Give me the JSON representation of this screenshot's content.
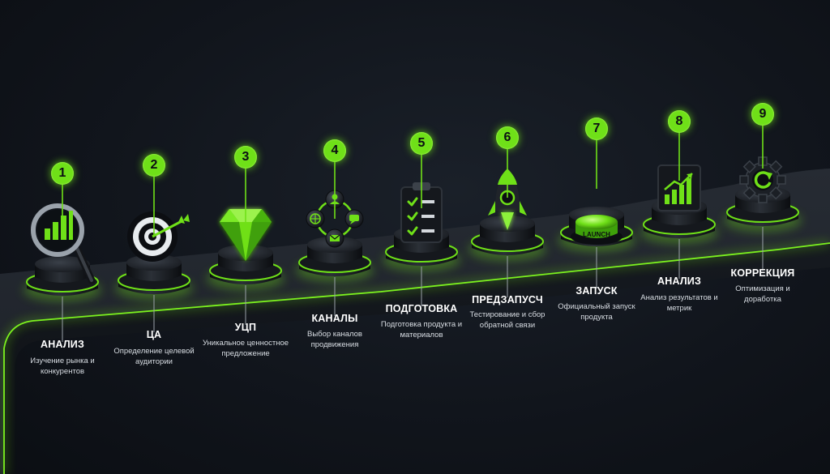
{
  "accent_color": "#6fe018",
  "background_color": "#11151c",
  "steps": [
    {
      "number": "1",
      "title": "АНАЛИЗ",
      "description": "Изучение рынка и конкурентов",
      "icon": "magnifier-chart-icon"
    },
    {
      "number": "2",
      "title": "ЦА",
      "description": "Определение целевой аудитории",
      "icon": "target-icon"
    },
    {
      "number": "3",
      "title": "УЦП",
      "description": "Уникальное ценностное предложение",
      "icon": "diamond-icon"
    },
    {
      "number": "4",
      "title": "КАНАЛЫ",
      "description": "Выбор каналов продвижения",
      "icon": "channels-network-icon"
    },
    {
      "number": "5",
      "title": "ПОДГОТОВКА",
      "description": "Подготовка продукта и материалов",
      "icon": "clipboard-checklist-icon"
    },
    {
      "number": "6",
      "title": "ПРЕДЗАПУСЧ",
      "description": "Тестирование и сбор обратной связи",
      "icon": "rocket-icon"
    },
    {
      "number": "7",
      "title": "ЗАПУСК",
      "description": "Официальный запуск продукта",
      "icon": "launch-button-icon",
      "button_label": "LAUNCH"
    },
    {
      "number": "8",
      "title": "АНАЛИЗ",
      "description": "Анализ результатов и метрик",
      "icon": "growth-chart-icon"
    },
    {
      "number": "9",
      "title": "КОРРЕКЦИЯ",
      "description": "Оптимизация и доработка",
      "icon": "gear-refresh-icon"
    }
  ]
}
